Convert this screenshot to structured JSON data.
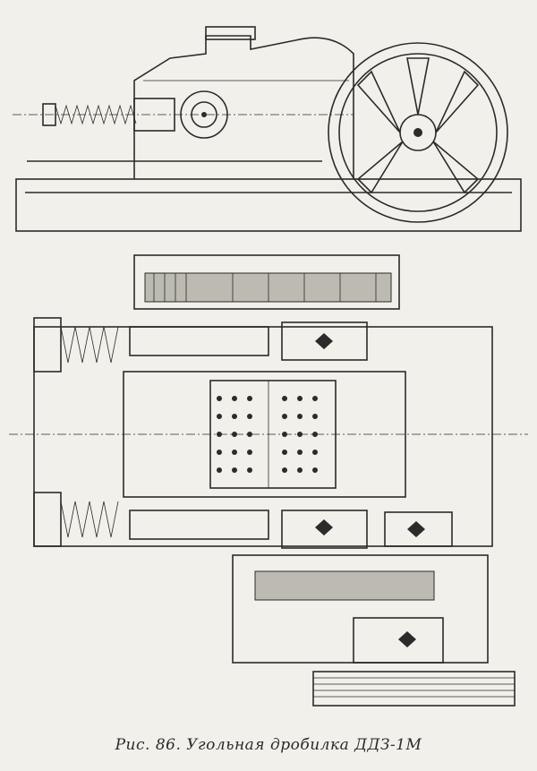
{
  "figure": {
    "caption": "Рис. 86. Угольная дробилка ДДЗ-1М",
    "views": [
      "side-elevation",
      "plan-view"
    ]
  }
}
